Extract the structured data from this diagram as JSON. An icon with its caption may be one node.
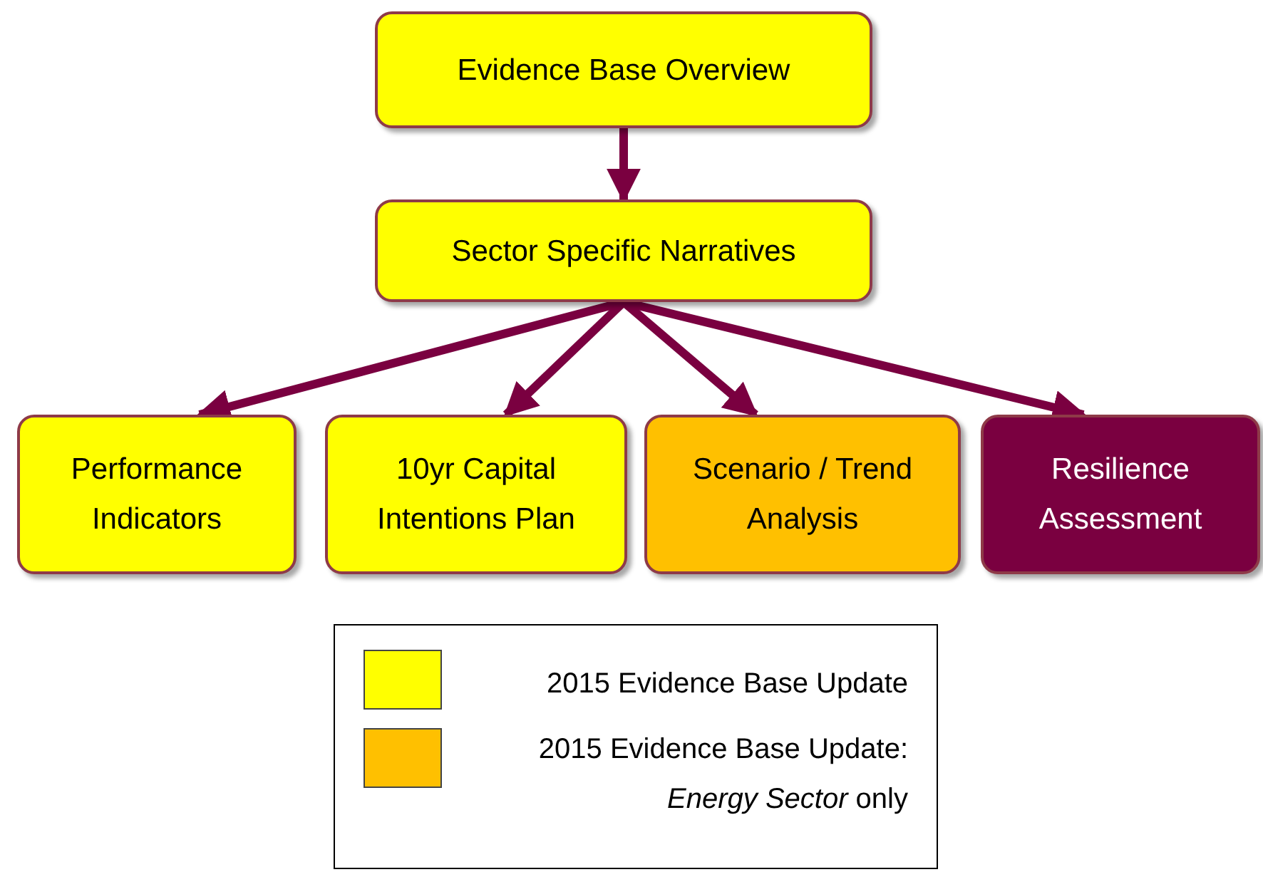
{
  "diagram": {
    "nodes": [
      {
        "text": [
          "Evidence Base Overview"
        ]
      },
      {
        "text": [
          "Sector Specific Narratives"
        ]
      },
      {
        "text": [
          "Performance Indicators"
        ]
      },
      {
        "text": [
          "10yr Capital Intentions Plan"
        ]
      },
      {
        "text": [
          "Scenario / Trend Analysis"
        ]
      },
      {
        "text": [
          "Resilience Assessment"
        ]
      }
    ],
    "edges": [
      {
        "from": 0,
        "to": 1,
        "arrow": "to"
      },
      {
        "from": 1,
        "to": 2,
        "arrow": "to"
      },
      {
        "from": 1,
        "to": 3,
        "arrow": "to"
      },
      {
        "from": 1,
        "to": 4,
        "arrow": "to"
      },
      {
        "from": 1,
        "to": 5,
        "arrow": "to"
      }
    ],
    "legend": [
      {
        "text": "2015 Evidence Base Update",
        "color": "#ffff00"
      },
      {
        "text": "2015 Evidence Base Update: *Energy Sector* only",
        "color": "#ffc000"
      }
    ]
  }
}
